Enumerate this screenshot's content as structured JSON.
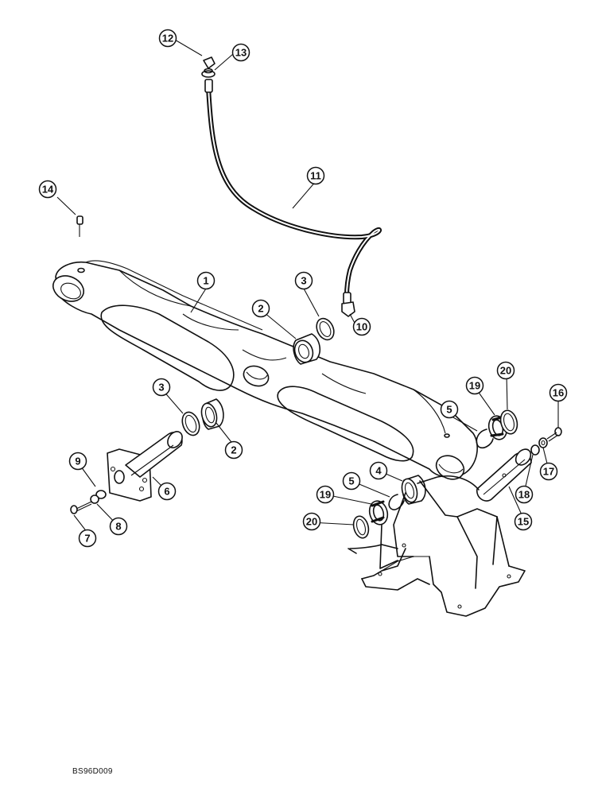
{
  "figure_code": "BS96D009",
  "callouts": [
    "1",
    "2",
    "3",
    "2",
    "3",
    "4",
    "5",
    "5",
    "6",
    "7",
    "8",
    "9",
    "10",
    "11",
    "12",
    "13",
    "14",
    "15",
    "16",
    "17",
    "18",
    "19",
    "19",
    "20",
    "20"
  ],
  "ink_color": "#111111",
  "background_color": "#ffffff"
}
